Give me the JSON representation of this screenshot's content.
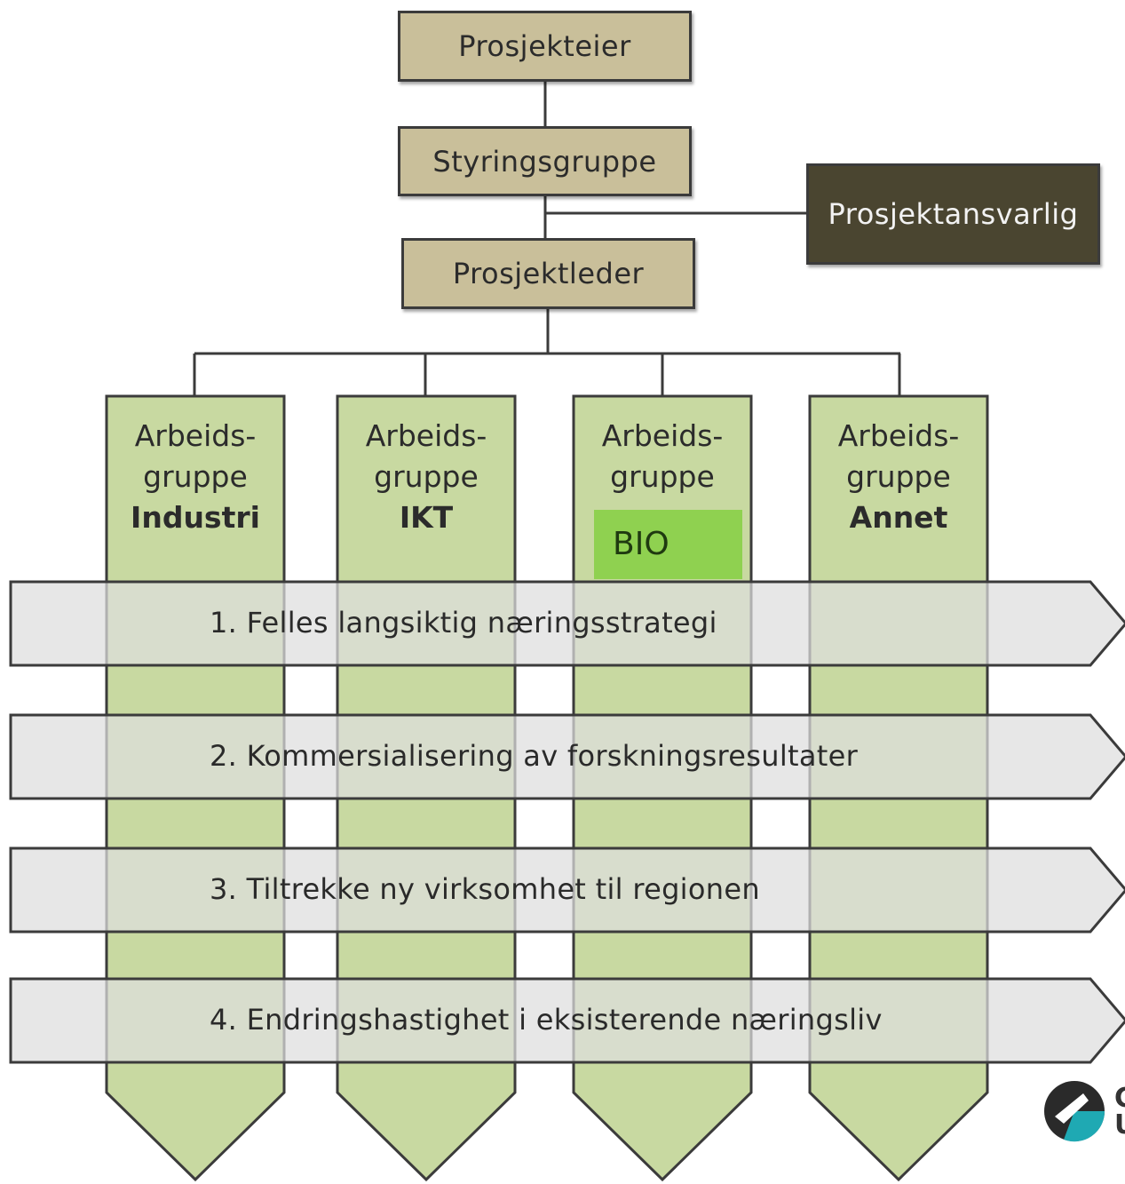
{
  "top_chain": {
    "owner": "Prosjekteier",
    "steering": "Styringsgruppe",
    "leader": "Prosjektleder",
    "responsible": "Prosjektansvarlig"
  },
  "workgroups": [
    {
      "line1": "Arbeids-",
      "line2": "gruppe",
      "name": "Industri"
    },
    {
      "line1": "Arbeids-",
      "line2": "gruppe",
      "name": "IKT"
    },
    {
      "line1": "Arbeids-",
      "line2": "gruppe",
      "name": ""
    },
    {
      "line1": "Arbeids-",
      "line2": "gruppe",
      "name": "Annet"
    }
  ],
  "bio_overlay": "BIO",
  "bands": [
    "1. Felles langsiktig næringsstrategi",
    "2. Kommersialisering av forskningsresultater",
    "3. Tiltrekke ny virksomhet til regionen",
    "4. Endringshastighet i eksisterende næringsliv"
  ],
  "logo_letters": [
    "C",
    "U"
  ],
  "colors": {
    "tan_box": "#c9bf9a",
    "dark_box": "#4a4530",
    "column_green": "#c8d9a1",
    "band_grey": "#dedede",
    "bio_green": "#8fd150",
    "logo_dark": "#2a2a2a",
    "logo_teal": "#1fa9b3"
  }
}
